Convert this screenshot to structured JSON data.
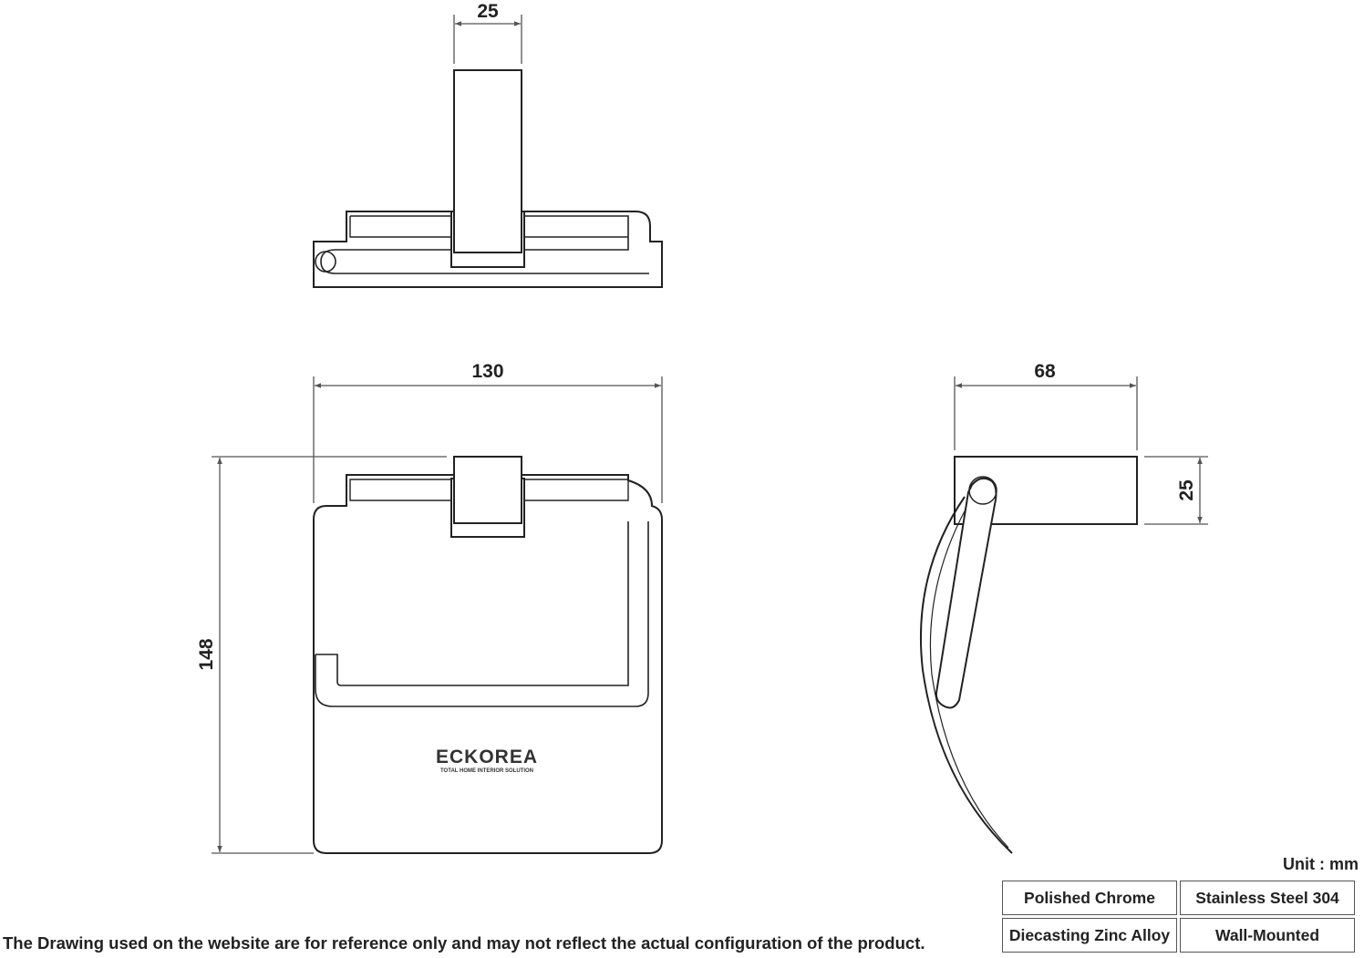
{
  "dimensions": {
    "top_view_width": "25",
    "front_view_width": "130",
    "front_view_height": "148",
    "side_view_depth": "68",
    "side_view_height": "25"
  },
  "brand": {
    "name": "ECKOREA",
    "tagline": "TOTAL HOME INTERIOR SOLUTION"
  },
  "unit_label": "Unit : mm",
  "specs": {
    "finish": "Polished Chrome",
    "material": "Stainless Steel 304",
    "body_material": "Diecasting Zinc Alloy",
    "mounting": "Wall-Mounted"
  },
  "disclaimer": "The Drawing used on the website are for reference only and may not reflect the actual configuration of the product."
}
